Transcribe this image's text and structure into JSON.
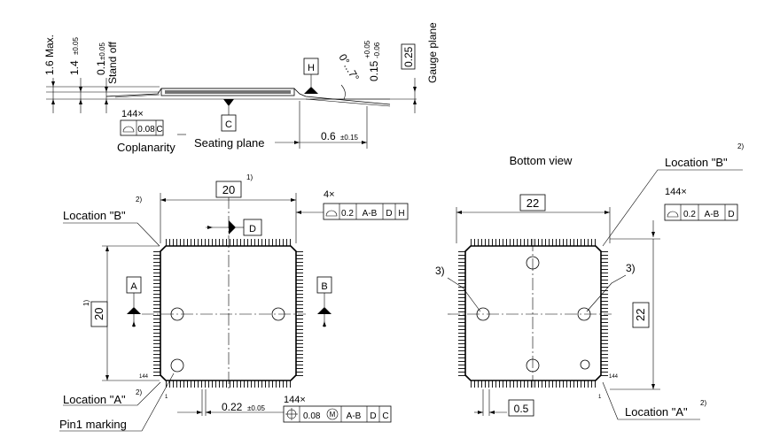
{
  "side_view": {
    "dim_height_max": "1.6 Max.",
    "dim_body": "1.4",
    "dim_body_tol": "±0.05",
    "dim_standoff": "0.1",
    "dim_standoff_tol": "±0.05",
    "standoff_label": "Stand off",
    "datum_h": "H",
    "datum_c": "C",
    "angle": "0°...7°",
    "lead_thk": "0.15",
    "lead_thk_tol_up": "+0.05",
    "lead_thk_tol_lo": "-0.06",
    "gauge_value": "0.25",
    "gauge_label": "Gauge plane",
    "copl_count": "144×",
    "copl_value": "0.08",
    "copl_datum": "C",
    "copl_label": "Coplanarity",
    "seating_label": "Seating plane",
    "foot_len": "0.6",
    "foot_len_tol": "±0.15"
  },
  "top_view": {
    "body_dim": "20",
    "body_dim_note": "1)",
    "loc_b": "Location \"B\"",
    "loc_b_note": "2)",
    "prof_count": "4×",
    "prof_value": "0.2",
    "prof_datums": [
      "A-B",
      "D",
      "H"
    ],
    "datum_d": "D",
    "datum_a": "A",
    "datum_b": "B",
    "side_dim": "20",
    "side_dim_note": "1)",
    "pin_144": "144",
    "pin_1": "1",
    "loc_a": "Location \"A\"",
    "loc_a_note": "2)",
    "pin1_label": "Pin1 marking",
    "lead_w": "0.22",
    "lead_w_tol": "±0.05",
    "pos_count": "144×",
    "pos_value": "0.08",
    "pos_mod": "M",
    "pos_datums": [
      "A-B",
      "D",
      "C"
    ]
  },
  "bottom_view": {
    "title": "Bottom view",
    "loc_b": "Location \"B\"",
    "loc_b_note": "2)",
    "span_dim": "22",
    "prof_count": "144×",
    "prof_value": "0.2",
    "prof_datums": [
      "A-B",
      "D"
    ],
    "note3_left": "3)",
    "note3_right": "3)",
    "side_dim": "22",
    "pin_144": "144",
    "pin_1": "1",
    "pitch": "0.5",
    "loc_a": "Location \"A\"",
    "loc_a_note": "2)"
  }
}
